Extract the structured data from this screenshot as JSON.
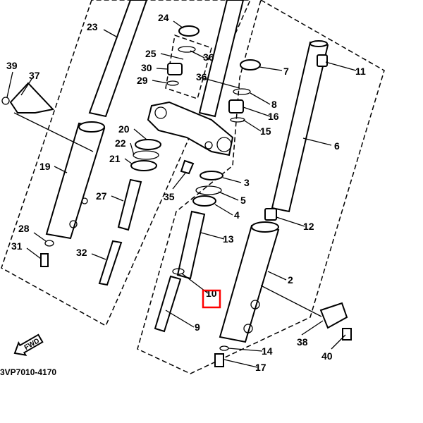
{
  "diagram": {
    "code": "3VP7010-4170",
    "fwd_label": "FWD",
    "highlight_color": "#ff0000",
    "callouts": {
      "c23": "23",
      "c24": "24",
      "c25": "25",
      "c36a": "36",
      "c30": "30",
      "c29": "29",
      "c36b": "36",
      "c7": "7",
      "c11": "11",
      "c8": "8",
      "c16": "16",
      "c15": "15",
      "c39": "39",
      "c37": "37",
      "c20": "20",
      "c22": "22",
      "c21": "21",
      "c19": "19",
      "c6": "6",
      "c27": "27",
      "c3": "3",
      "c5": "5",
      "c4": "4",
      "c35": "35",
      "c12": "12",
      "c13": "13",
      "c28": "28",
      "c31": "31",
      "c32": "32",
      "c2": "2",
      "c10": "10",
      "c9": "9",
      "c38": "38",
      "c14": "14",
      "c40": "40",
      "c17": "17"
    }
  }
}
